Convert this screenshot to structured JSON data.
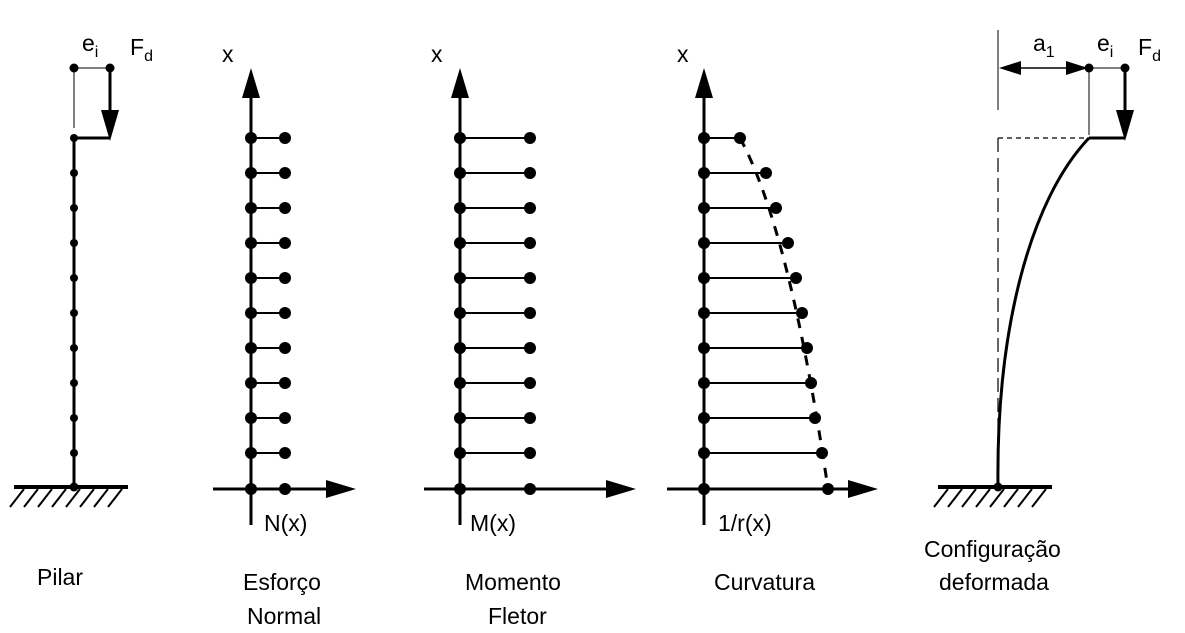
{
  "panels": {
    "pilar": {
      "caption": "Pilar",
      "eccentricity_label": {
        "main": "e",
        "sub": "i"
      },
      "force_label": {
        "main": "F",
        "sub": "d"
      }
    },
    "normal": {
      "caption_line1": "Esforço",
      "caption_line2": "Normal",
      "axis_x_label": "x",
      "axis_h_label": "N(x)"
    },
    "moment": {
      "caption_line1": "Momento",
      "caption_line2": "Fletor",
      "axis_x_label": "x",
      "axis_h_label": "M(x)"
    },
    "curvature": {
      "caption": "Curvatura",
      "axis_x_label": "x",
      "axis_h_label": "1/r(x)"
    },
    "deformed": {
      "caption_line1": "Configuração",
      "caption_line2": "deformada",
      "displacement_label": {
        "main": "a",
        "sub": "1"
      },
      "eccentricity_label": {
        "main": "e",
        "sub": "i"
      },
      "force_label": {
        "main": "F",
        "sub": "d"
      }
    }
  },
  "colors": {
    "line": "#000000",
    "background": "#ffffff"
  }
}
